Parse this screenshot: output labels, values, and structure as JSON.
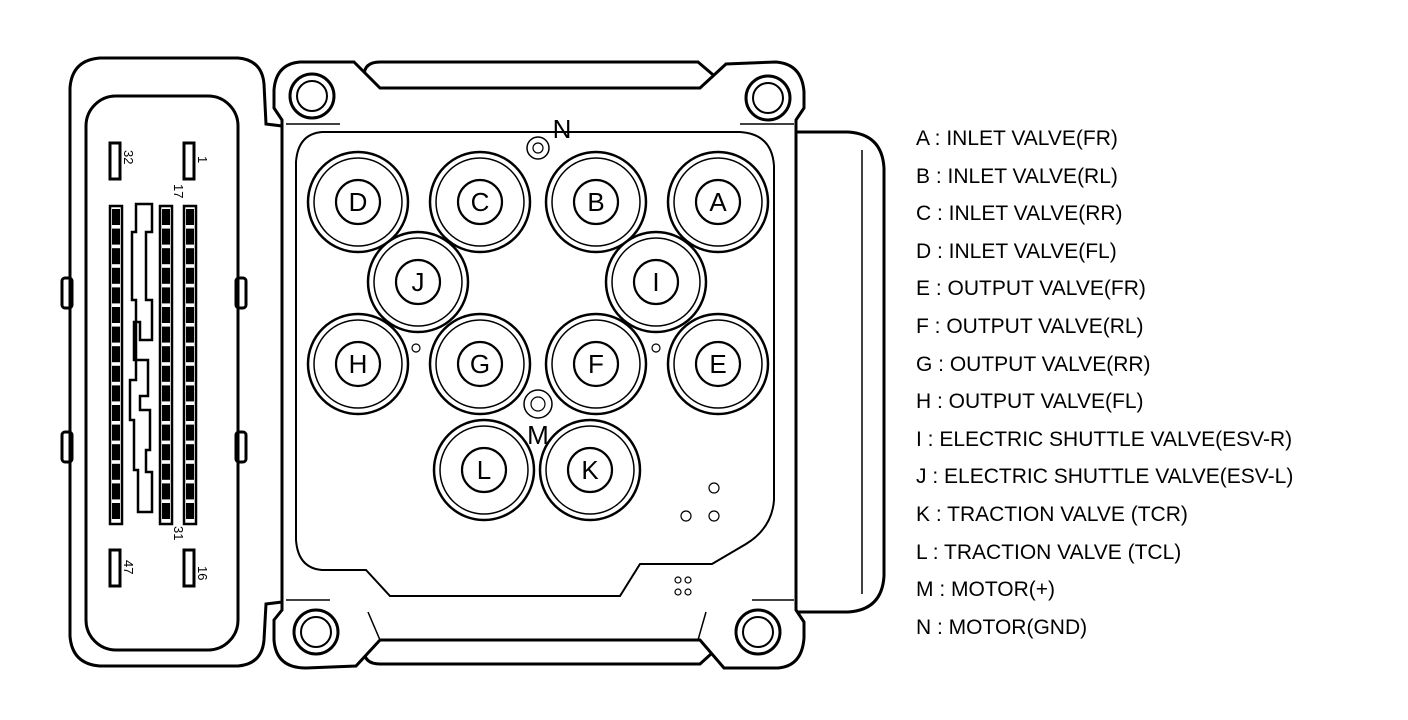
{
  "connector": {
    "pins": [
      {
        "id": "pin-32",
        "label": "32"
      },
      {
        "id": "pin-1",
        "label": "1"
      },
      {
        "id": "pin-17",
        "label": "17"
      },
      {
        "id": "pin-31",
        "label": "31"
      },
      {
        "id": "pin-47",
        "label": "47"
      },
      {
        "id": "pin-16",
        "label": "16"
      }
    ]
  },
  "valves": [
    {
      "id": "D",
      "label": "D"
    },
    {
      "id": "C",
      "label": "C"
    },
    {
      "id": "B",
      "label": "B"
    },
    {
      "id": "A",
      "label": "A"
    },
    {
      "id": "J",
      "label": "J"
    },
    {
      "id": "I",
      "label": "I"
    },
    {
      "id": "H",
      "label": "H"
    },
    {
      "id": "G",
      "label": "G"
    },
    {
      "id": "F",
      "label": "F"
    },
    {
      "id": "E",
      "label": "E"
    },
    {
      "id": "L",
      "label": "L"
    },
    {
      "id": "K",
      "label": "K"
    }
  ],
  "markers": {
    "motor_gnd": "N",
    "motor_plus": "M"
  },
  "legend": [
    "A : INLET VALVE(FR)",
    "B : INLET VALVE(RL)",
    "C : INLET VALVE(RR)",
    "D : INLET VALVE(FL)",
    "E : OUTPUT VALVE(FR)",
    "F : OUTPUT VALVE(RL)",
    "G : OUTPUT VALVE(RR)",
    "H : OUTPUT VALVE(FL)",
    "I : ELECTRIC SHUTTLE VALVE(ESV-R)",
    "J : ELECTRIC SHUTTLE VALVE(ESV-L)",
    "K : TRACTION VALVE (TCR)",
    "L : TRACTION VALVE (TCL)",
    "M : MOTOR(+)",
    "N : MOTOR(GND)"
  ]
}
